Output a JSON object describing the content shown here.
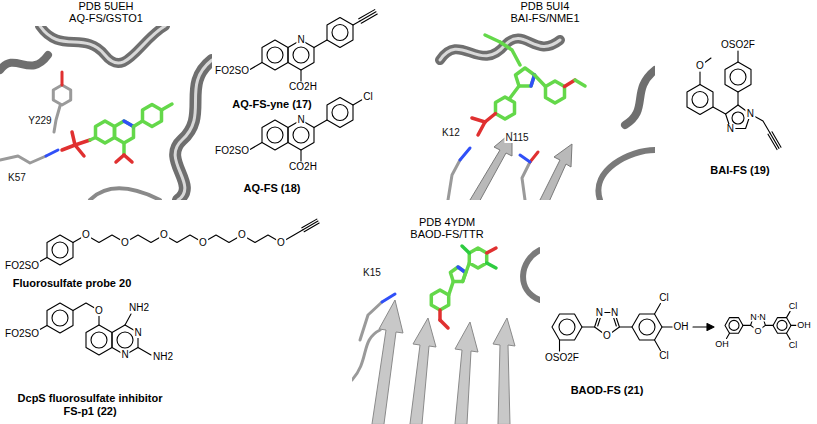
{
  "diagram": {
    "nodes": [
      {
        "text": [
          "PDB 5UEH",
          "AQ-FS/GSTO1"
        ]
      },
      {
        "text": [
          "PDB 5UI4",
          "BAI-FS/NME1"
        ]
      },
      {
        "text": [
          "PDB 4YDM",
          "BAOD-FS/TTR"
        ]
      }
    ],
    "labels": [
      "Y229",
      "K57",
      "FO2SO",
      "N",
      "CO2H",
      "AQ-FS-yne (17)",
      "FO2SO",
      "N",
      "CO2H",
      "Cl",
      "AQ-FS (18)",
      "K12",
      "N115",
      "O",
      "OSO2F",
      "N",
      "N",
      "BAI-FS (19)",
      "FO2SO",
      "O",
      "O",
      "O",
      "O",
      "O",
      "O",
      "Fluorosulfate probe 20",
      "FO2SO",
      "O",
      "N",
      "N",
      "NH2",
      "NH2",
      "DcpS fluorosulfate inhibitor FS-p1 (22)",
      "K15",
      "N",
      "N",
      "O",
      "Cl",
      "OH",
      "Cl",
      "OSO2F",
      "BAOD-FS (21)",
      "OH",
      "N",
      "N",
      "O",
      "Cl",
      "OH",
      "Cl"
    ]
  }
}
